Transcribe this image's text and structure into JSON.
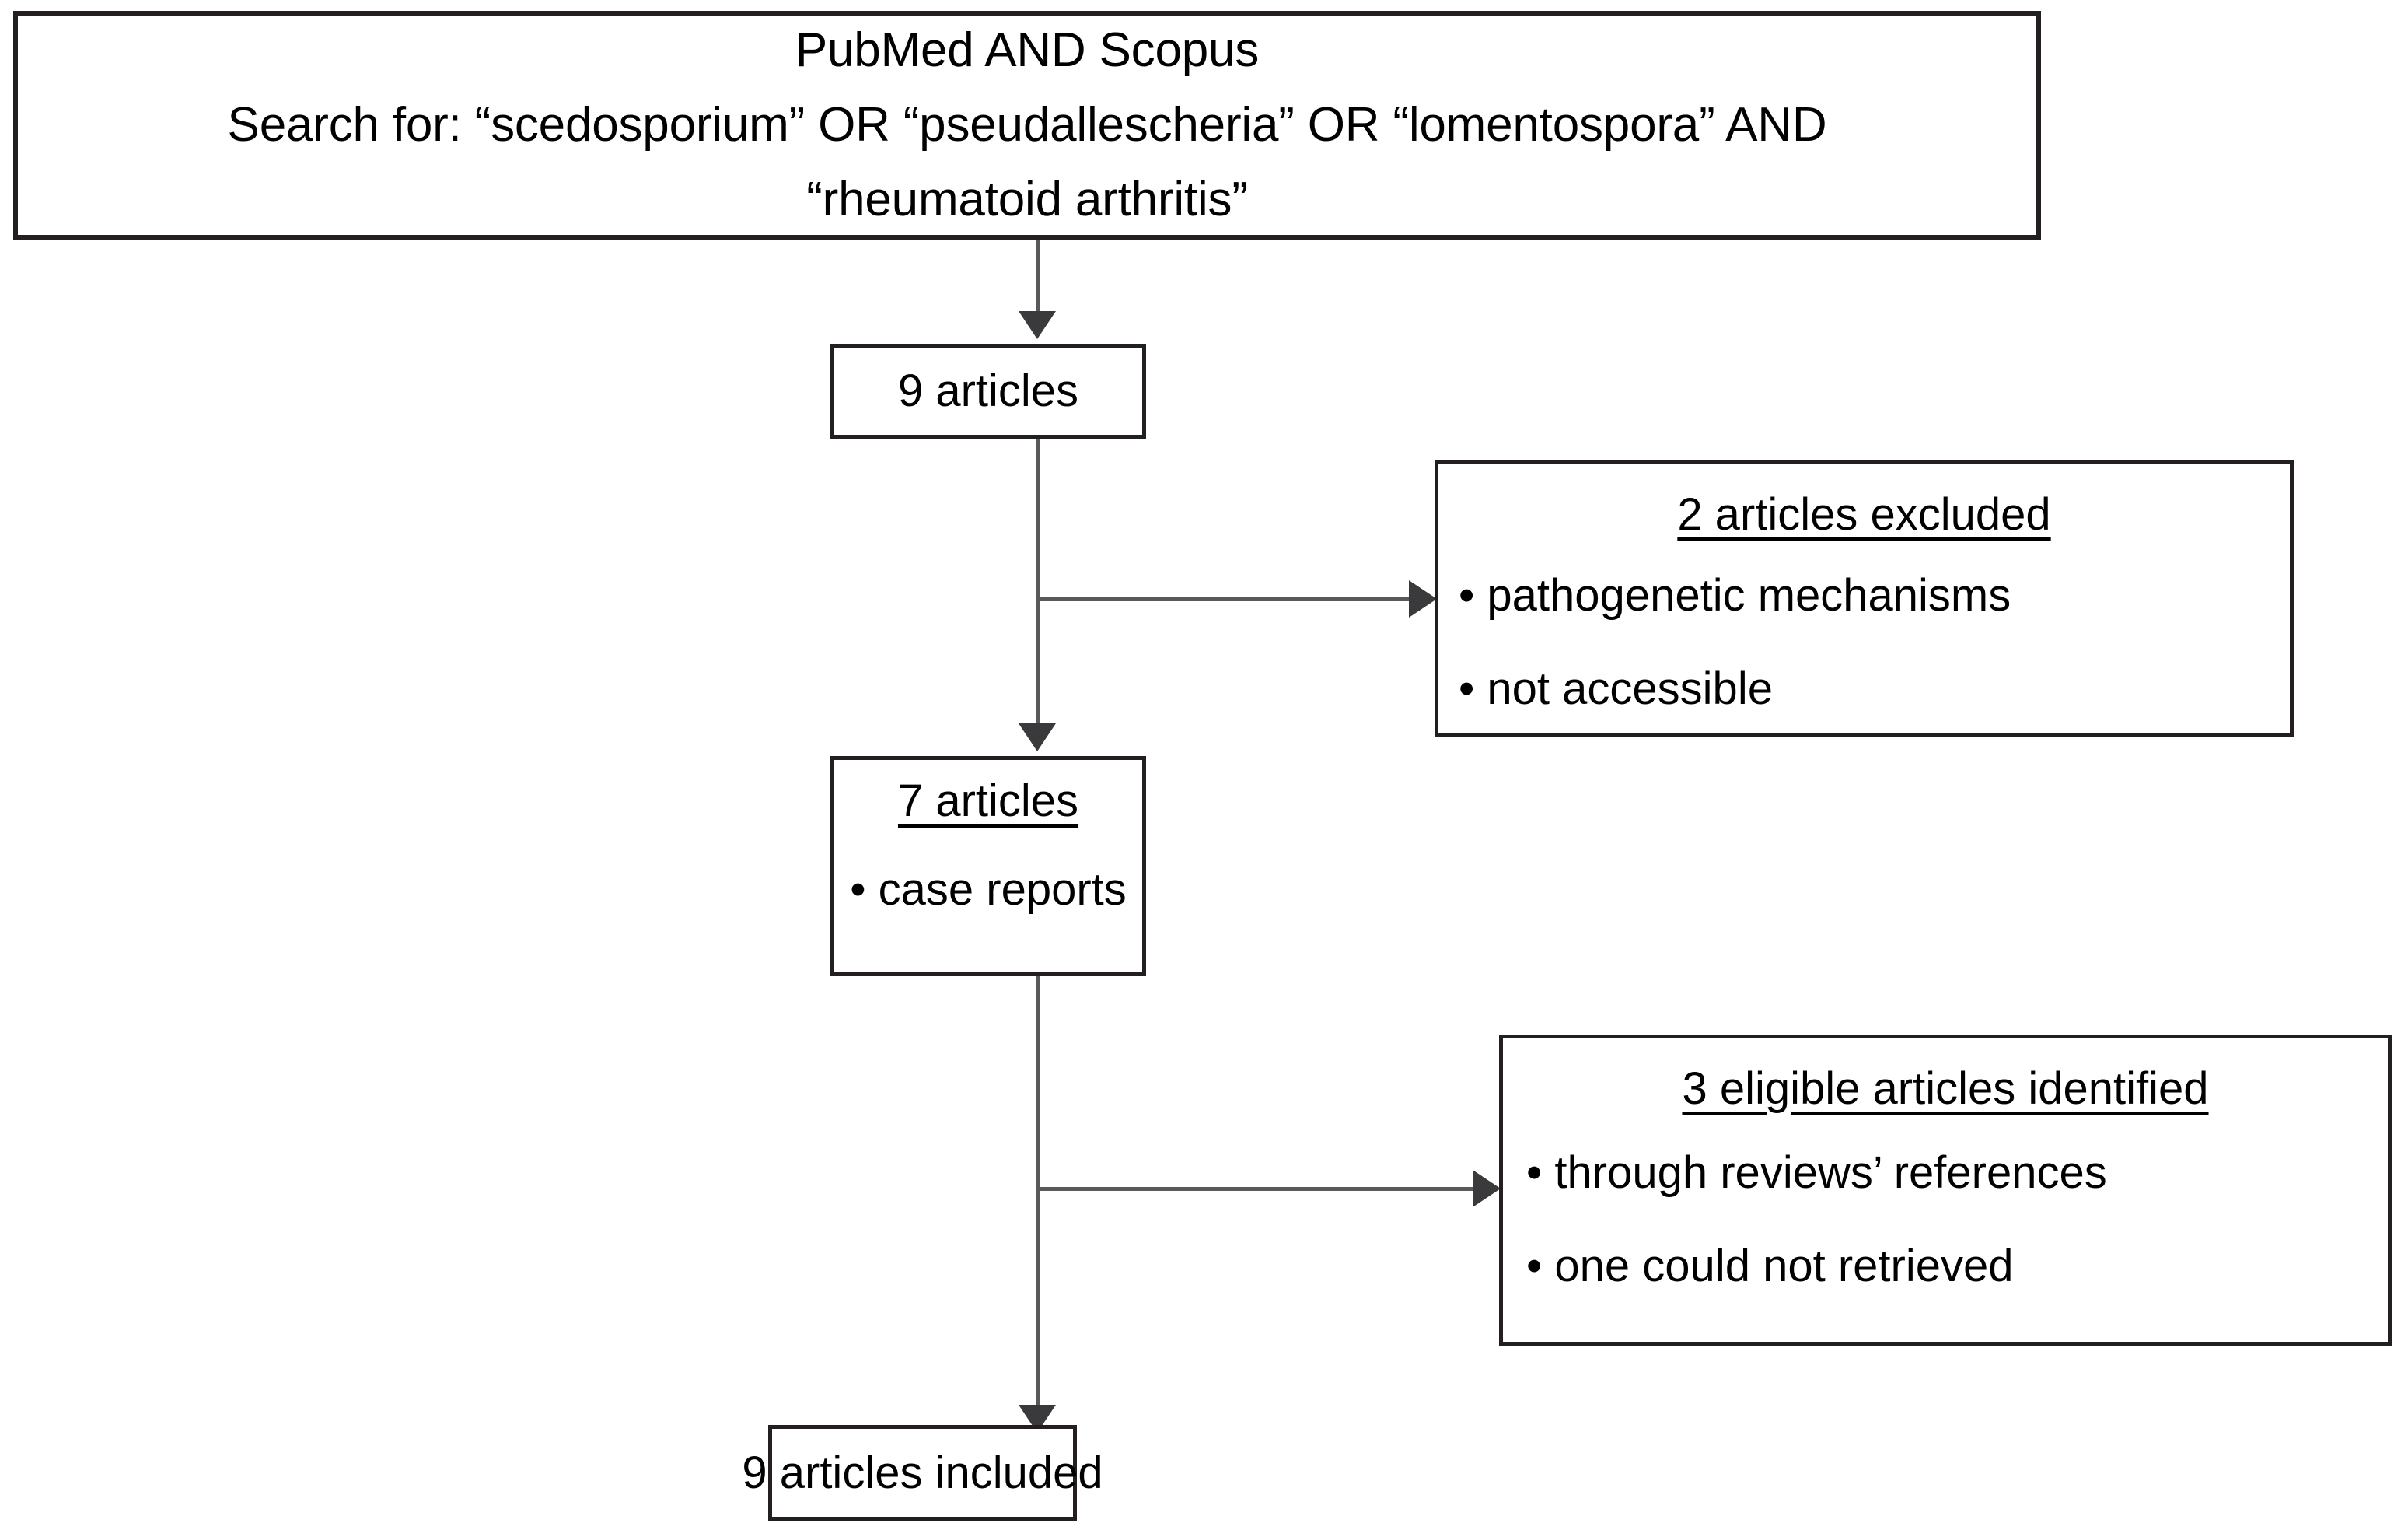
{
  "diagram": {
    "title": "Article selection flowchart",
    "colors": {
      "box_border": "#231f20",
      "connector": "#58595b",
      "text": "#000000",
      "background": "#ffffff"
    },
    "search_box": {
      "line1": "PubMed AND Scopus",
      "line2": "Search for: “scedosporium” OR “pseudallescheria” OR “lomentospora” AND",
      "line3": "“rheumatoid arthritis”"
    },
    "nine_articles_box": {
      "label": "9 articles"
    },
    "excluded_box": {
      "heading": "2 articles excluded",
      "bullets": [
        "• pathogenetic mechanisms",
        "• not accessible"
      ]
    },
    "seven_articles_box": {
      "heading": "7 articles",
      "bullets": [
        "• case reports"
      ]
    },
    "eligible_box": {
      "heading": "3 eligible articles identified",
      "bullets": [
        "• through reviews’ references",
        "• one could not retrieved"
      ]
    },
    "included_box": {
      "label": "9 articles included"
    },
    "connectors": [
      {
        "name": "search-to-nine",
        "type": "arrow-down"
      },
      {
        "name": "nine-to-seven",
        "type": "arrow-down"
      },
      {
        "name": "nine-to-excluded",
        "type": "arrow-right"
      },
      {
        "name": "seven-to-included",
        "type": "arrow-down"
      },
      {
        "name": "seven-to-eligible",
        "type": "arrow-right"
      }
    ]
  }
}
